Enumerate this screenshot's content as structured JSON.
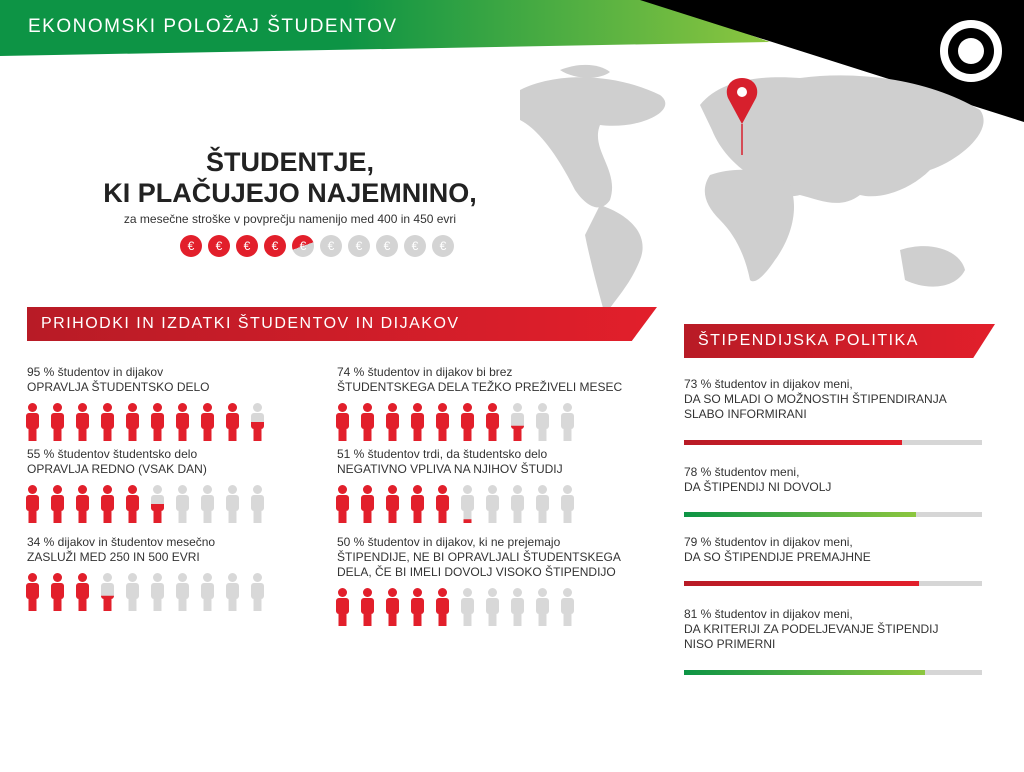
{
  "header": {
    "title": "EKONOMSKI POLOŽAJ ŠTUDENTOV"
  },
  "colors": {
    "red": "#e21f2b",
    "green": "#0d9445",
    "light_green": "#8cc63f",
    "gray": "#d6d6d6",
    "black": "#000000"
  },
  "rent": {
    "line1": "ŠTUDENTJE,",
    "line2": "KI PLAČUJEJO NAJEMNINO,",
    "subtitle": "za mesečne stroške v povprečju namenijo med 400 in 450 evri",
    "coin_symbol": "€",
    "coins_total": 10,
    "coins_filled": 4.5
  },
  "income": {
    "heading": "PRIHODKI IN IZDATKI ŠTUDENTOV IN DIJAKOV",
    "stats": [
      {
        "line1": "95 % študentov in dijakov",
        "line2": "OPRAVLJA ŠTUDENTSKO DELO",
        "line3": "",
        "percent": 95
      },
      {
        "line1": "55 % študentov študentsko delo",
        "line2": "OPRAVLJA REDNO (VSAK DAN)",
        "line3": "",
        "percent": 55
      },
      {
        "line1": "34 % dijakov in študentov mesečno",
        "line2": "ZASLUŽI MED 250 IN 500 EVRI",
        "line3": "",
        "percent": 34
      },
      {
        "line1": "74 % študentov in dijakov bi brez",
        "line2": "ŠTUDENTSKEGA DELA TEŽKO PREŽIVELI MESEC",
        "line3": "",
        "percent": 74
      },
      {
        "line1": "51 % študentov trdi, da študentsko delo",
        "line2": "NEGATIVNO VPLIVA NA NJIHOV ŠTUDIJ",
        "line3": "",
        "percent": 51
      },
      {
        "line1": "50 % študentov in dijakov, ki ne prejemajo",
        "line2": "ŠTIPENDIJE, NE BI OPRAVLJALI ŠTUDENTSKEGA",
        "line3": "DELA, ČE BI IMELI DOVOLJ VISOKO ŠTIPENDIJO",
        "percent": 50
      }
    ]
  },
  "scholarship": {
    "heading": "ŠTIPENDIJSKA POLITIKA",
    "stats": [
      {
        "line1": "73 % študentov in dijakov meni,",
        "line2": "DA SO MLADI O MOŽNOSTIH ŠTIPENDIRANJA",
        "line3": "SLABO INFORMIRANI",
        "percent": 73,
        "color": "red"
      },
      {
        "line1": "78 % študentov meni,",
        "line2": "DA ŠTIPENDIJ NI DOVOLJ",
        "line3": "",
        "percent": 78,
        "color": "green"
      },
      {
        "line1": "79 % študentov in dijakov meni,",
        "line2": "DA SO ŠTIPENDIJE PREMAJHNE",
        "line3": "",
        "percent": 79,
        "color": "red"
      },
      {
        "line1": "81 % študentov in dijakov meni,",
        "line2": "DA KRITERIJI ZA PODELJEVANJE ŠTIPENDIJ",
        "line3": "NISO PRIMERNI",
        "percent": 81,
        "color": "green"
      }
    ]
  }
}
